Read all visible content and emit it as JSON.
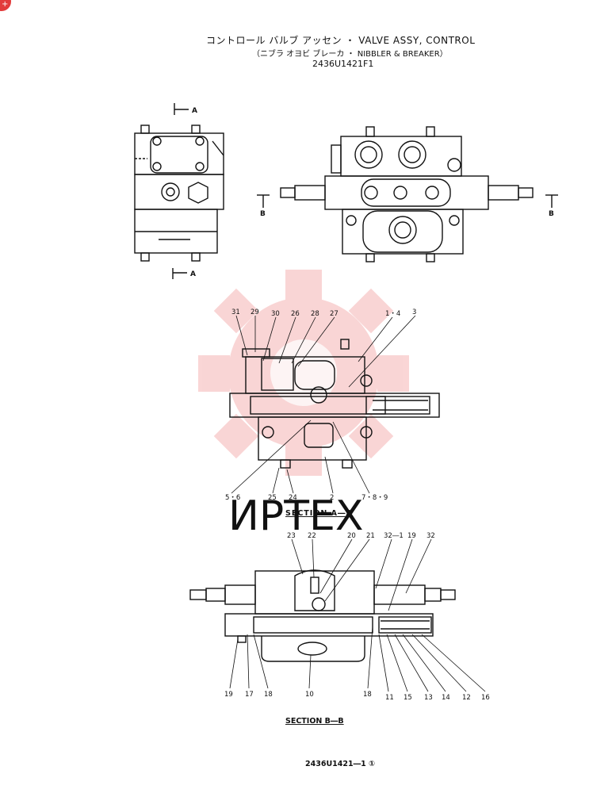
{
  "header": {
    "title_line1": "コントロール バルブ アッセン ・ VALVE ASSY, CONTROL",
    "title_line2": "（ニブラ オヨビ ブレーカ ・ NIBBLER & BREAKER）",
    "part_number": "2436U1421F1"
  },
  "view_markers": {
    "a_top": "A",
    "a_bottom": "A",
    "b_left": "B",
    "b_right": "B"
  },
  "section_aa": {
    "title": "SECTION A―A",
    "callouts": [
      "31",
      "29",
      "30",
      "26",
      "28",
      "27",
      "1・4",
      "3",
      "5・6",
      "25",
      "24",
      "2",
      "7・8・9"
    ]
  },
  "section_bb": {
    "title": "SECTION B―B",
    "callouts_top": [
      "23",
      "22",
      "20",
      "21",
      "32―1",
      "19",
      "32"
    ],
    "callouts_bottom": [
      "19",
      "17",
      "18",
      "10",
      "18",
      "11",
      "15",
      "13",
      "14",
      "12",
      "16"
    ]
  },
  "watermark": {
    "text": "ИРТЕХ"
  },
  "footer": {
    "drawing_number": "2436U1421―1",
    "revision_mark": "①"
  },
  "corner_badge": {
    "text": "+"
  }
}
